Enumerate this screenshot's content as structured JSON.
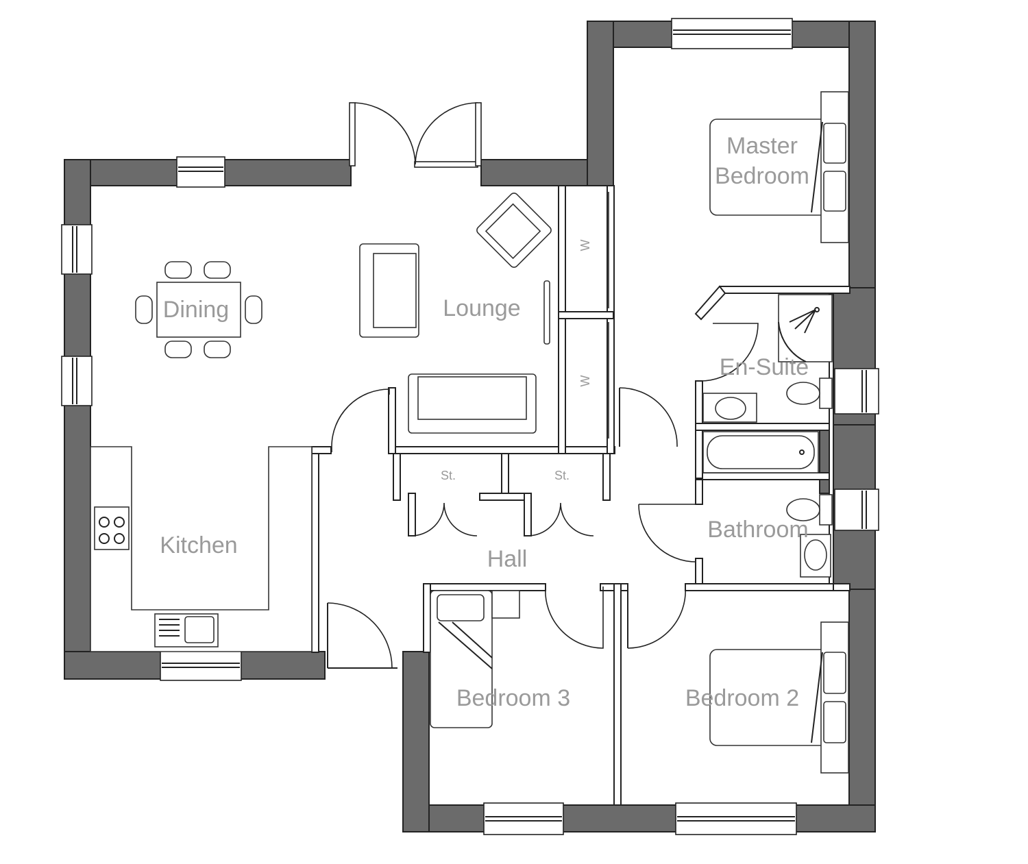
{
  "rooms": {
    "dining": "Dining",
    "lounge": "Lounge",
    "master_bedroom_line1": "Master",
    "master_bedroom_line2": "Bedroom",
    "en_suite": "En-Suite",
    "kitchen": "Kitchen",
    "hall": "Hall",
    "bathroom": "Bathroom",
    "bedroom_3": "Bedroom 3",
    "bedroom_2": "Bedroom 2"
  },
  "fixtures": {
    "wardrobe_label": "W",
    "store_label": "St."
  }
}
